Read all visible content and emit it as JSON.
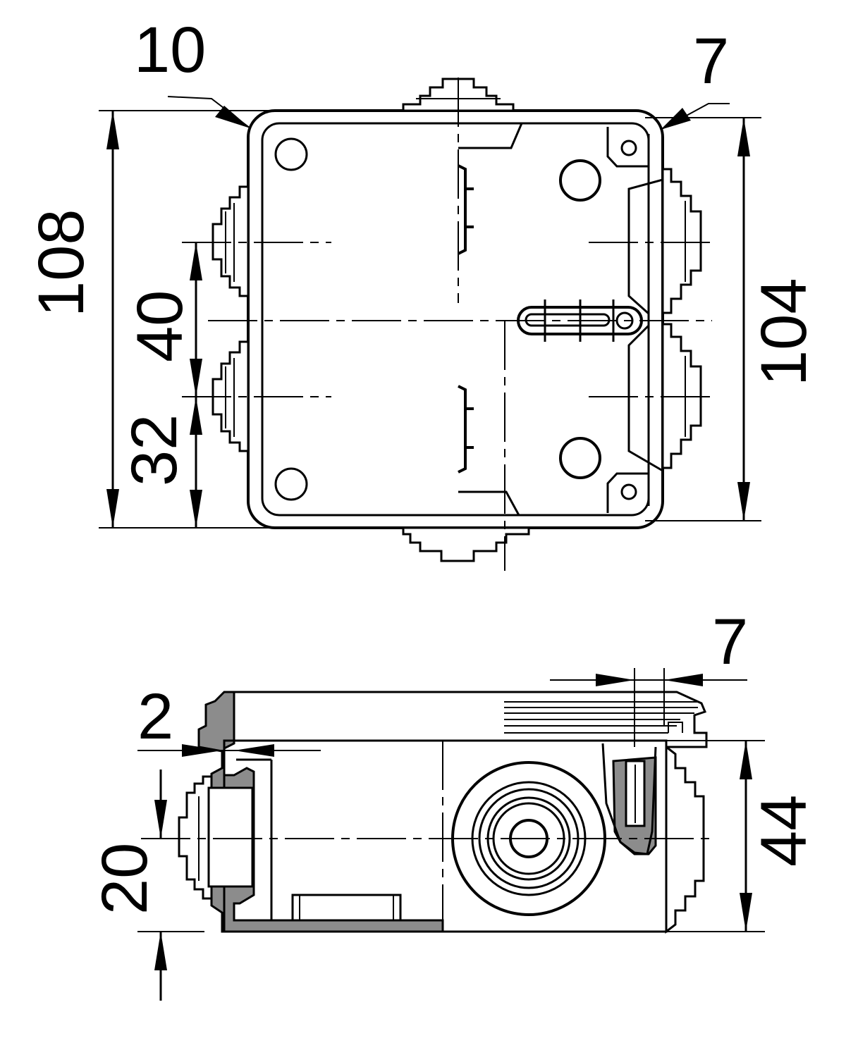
{
  "top_view": {
    "dim_corner_radius_left": "10",
    "dim_corner_radius_right": "7",
    "dim_total_height": "108",
    "dim_body_height": "104",
    "dim_entry_spacing": "40",
    "dim_entry_offset": "32"
  },
  "side_view": {
    "dim_wall_thickness": "2",
    "dim_lid_overhang": "7",
    "dim_entry_height": "20",
    "dim_body_depth": "44"
  }
}
